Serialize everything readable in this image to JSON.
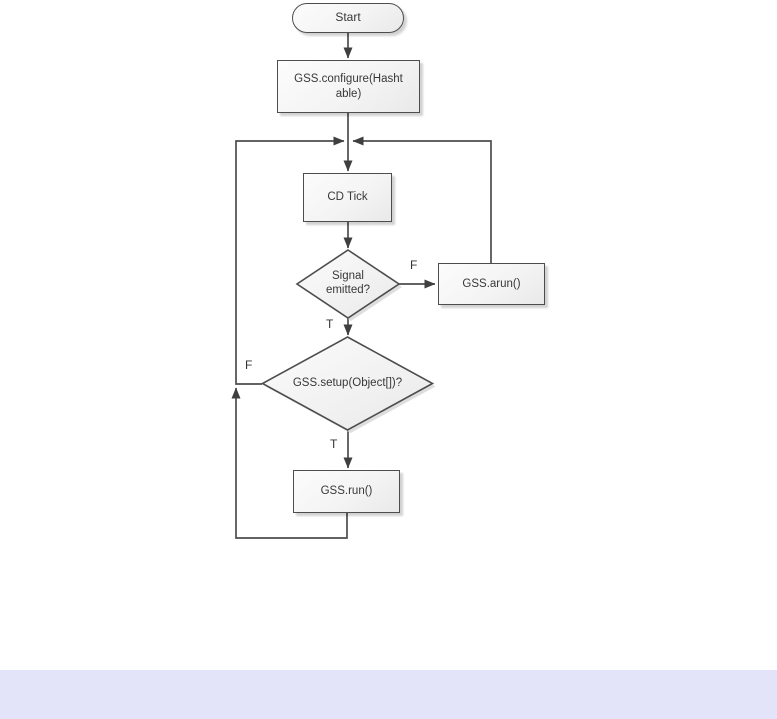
{
  "diagram": {
    "type": "flowchart",
    "nodes": {
      "start": {
        "label": "Start",
        "shape": "terminator"
      },
      "configure": {
        "label": "GSS.configure(Hasht\nable)",
        "shape": "process"
      },
      "cd_tick": {
        "label": "CD Tick",
        "shape": "process"
      },
      "signal_emitted": {
        "label": "Signal\nemitted?",
        "shape": "decision"
      },
      "arun": {
        "label": "GSS.arun()",
        "shape": "process"
      },
      "setup": {
        "label": "GSS.setup(Object[])?",
        "shape": "decision"
      },
      "run": {
        "label": "GSS.run()",
        "shape": "process"
      }
    },
    "branch_labels": {
      "signal_false": "F",
      "signal_true": "T",
      "setup_false": "F",
      "setup_true": "T"
    },
    "edges": [
      {
        "from": "start",
        "to": "configure",
        "label": ""
      },
      {
        "from": "configure",
        "to": "cd_tick",
        "label": ""
      },
      {
        "from": "cd_tick",
        "to": "signal_emitted",
        "label": ""
      },
      {
        "from": "signal_emitted",
        "to": "arun",
        "label": "F"
      },
      {
        "from": "arun",
        "to": "cd_tick",
        "label": ""
      },
      {
        "from": "signal_emitted",
        "to": "setup",
        "label": "T"
      },
      {
        "from": "setup",
        "to": "cd_tick",
        "label": "F"
      },
      {
        "from": "setup",
        "to": "run",
        "label": "T"
      },
      {
        "from": "run",
        "to": "cd_tick",
        "label": ""
      }
    ]
  },
  "colors": {
    "stroke": "#4d4d4d",
    "node_border": "#4d4d4d",
    "node_fill_top": "#fcfcfc",
    "node_fill_bottom": "#e9e9e9",
    "text": "#383838",
    "footer_band": "#e3e3fa",
    "background": "#ffffff"
  }
}
